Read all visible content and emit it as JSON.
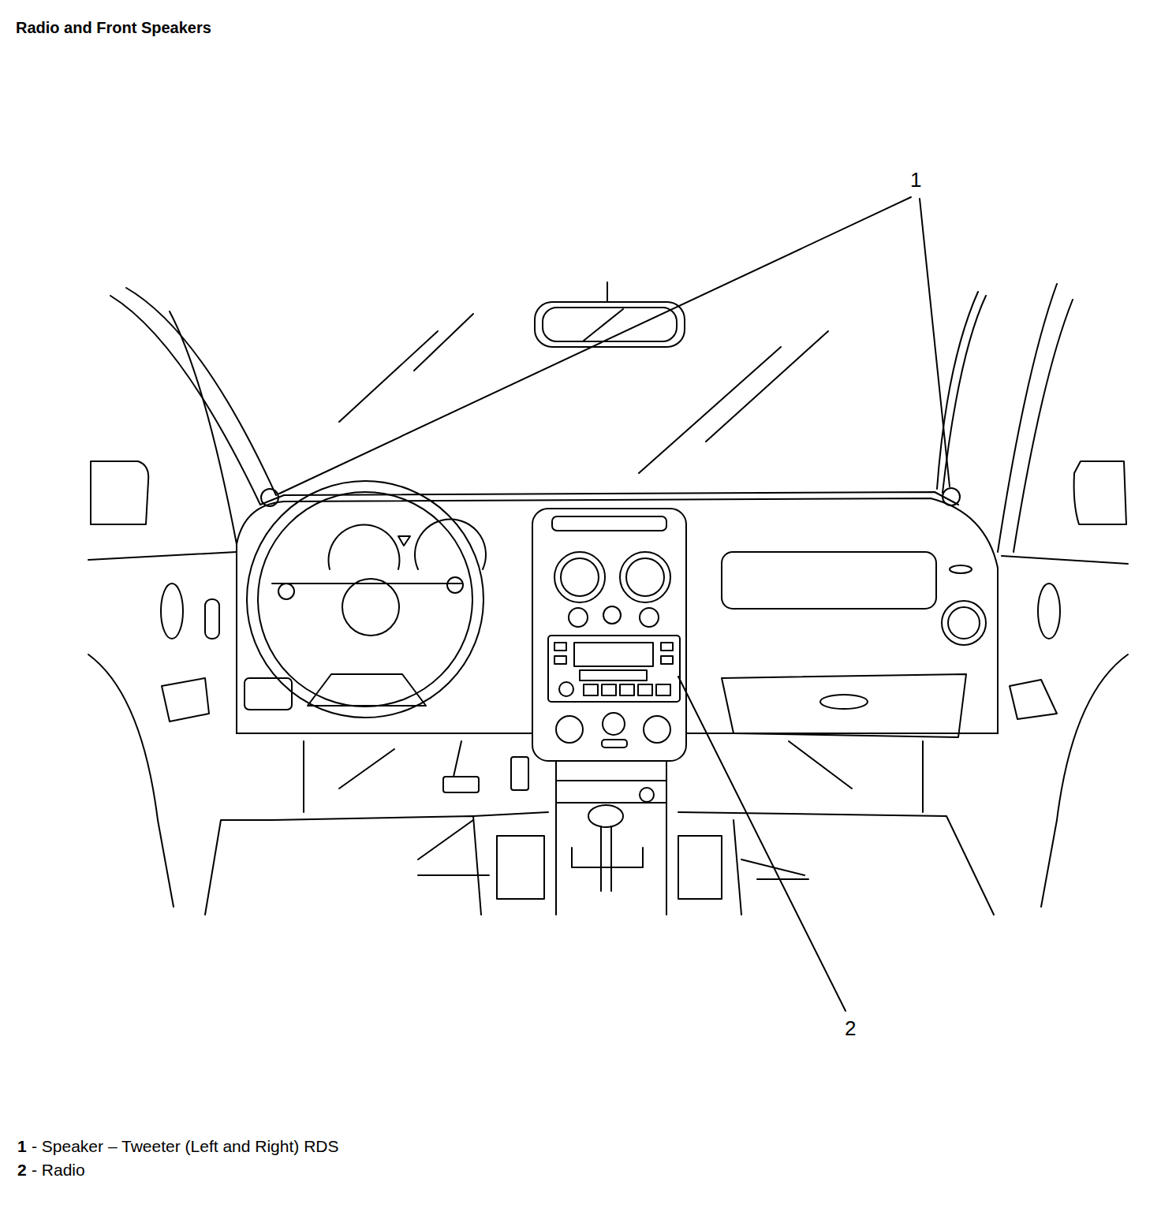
{
  "diagram": {
    "title": "Radio and Front Speakers",
    "labels": [
      "1",
      "2",
      "1",
      "- Speaker – Tweeter (Left and Right) RDS",
      "2",
      "- Radio"
    ]
  }
}
